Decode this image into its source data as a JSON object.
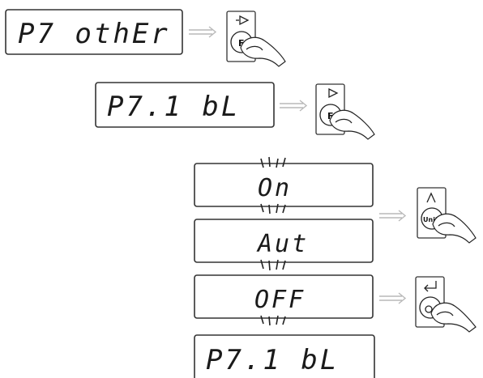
{
  "steps": {
    "menu_p7": "P7 othEr",
    "submenu_p71": "P7.1 bL",
    "option_on": "On",
    "option_aut": "Aut",
    "option_off": "OFF",
    "result_p71": "P7.1 bL"
  },
  "buttons": {
    "f_button": "F",
    "units_button": "Units"
  }
}
